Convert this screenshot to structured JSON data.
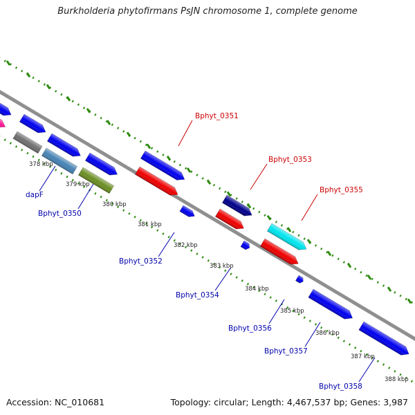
{
  "title": "Burkholderia phytofirmans PsJN chromosome 1, complete genome",
  "footer": {
    "accession": "Accession: NC_010681",
    "topology": "Topology: circular; Length: 4,467,537 bp; Genes: 3,987"
  },
  "colors": {
    "backbone": "#8f8f8f",
    "tick_ring": "#2e8b10",
    "forward_label": "#cc0000",
    "reverse_label": "#0000aa"
  },
  "tick_labels": [
    "378 kbp",
    "379 kbp",
    "380 kbp",
    "381 kbp",
    "382 kbp",
    "383 kbp",
    "384 kbp",
    "385 kbp",
    "386 kbp",
    "387 kbp",
    "388 kbp"
  ],
  "gene_labels": [
    {
      "text": "dapF",
      "strand": "reverse"
    },
    {
      "text": "Bphyt_0350",
      "strand": "reverse"
    },
    {
      "text": "Bphyt_0351",
      "strand": "forward"
    },
    {
      "text": "Bphyt_0352",
      "strand": "reverse"
    },
    {
      "text": "Bphyt_0353",
      "strand": "forward"
    },
    {
      "text": "Bphyt_0354",
      "strand": "reverse"
    },
    {
      "text": "Bphyt_0355",
      "strand": "forward"
    },
    {
      "text": "Bphyt_0356",
      "strand": "reverse"
    },
    {
      "text": "Bphyt_0357",
      "strand": "reverse"
    },
    {
      "text": "Bphyt_0358",
      "strand": "reverse"
    }
  ],
  "features": [
    {
      "color": "#0000ee"
    },
    {
      "color": "#ff1493"
    },
    {
      "color": "#0000ee"
    },
    {
      "color": "#707070"
    },
    {
      "color": "#0000ee"
    },
    {
      "color": "#4682b4"
    },
    {
      "color": "#0000ee"
    },
    {
      "color": "#6b8e23"
    },
    {
      "color": "#0000ee"
    },
    {
      "color": "#ee0000"
    },
    {
      "color": "#0000ee"
    },
    {
      "color": "#00008b"
    },
    {
      "color": "#ee0000"
    },
    {
      "color": "#0000ee"
    },
    {
      "color": "#00e5ee"
    },
    {
      "color": "#ee0000"
    },
    {
      "color": "#0000ee"
    },
    {
      "color": "#0000ee"
    },
    {
      "color": "#0000ee"
    }
  ]
}
